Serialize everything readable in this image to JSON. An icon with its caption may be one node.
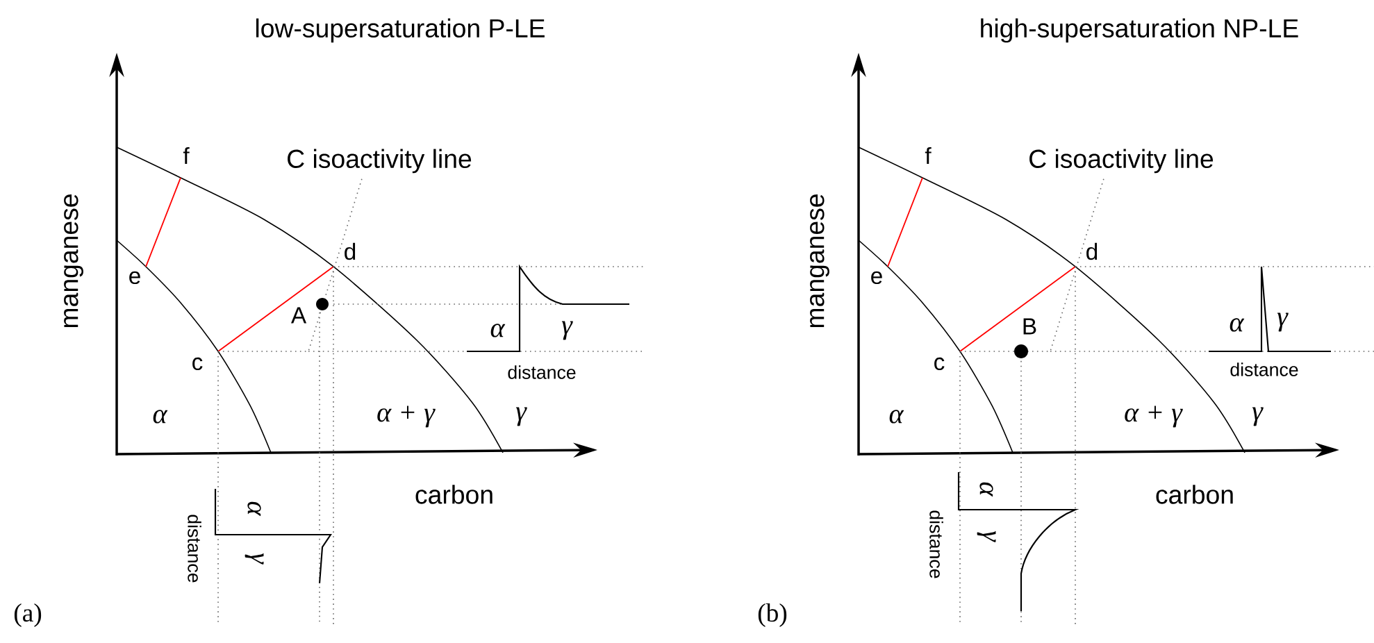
{
  "diagram": {
    "labels": [
      "low-supersaturation P-LE",
      "f",
      "C isoactivity line",
      "manganese",
      "d",
      "e",
      "A",
      "α",
      "γ",
      "c",
      "distance",
      "α",
      "α + γ",
      "γ",
      "carbon",
      "α",
      "distance",
      "γ",
      "(a)",
      "high-supersaturation NP-LE",
      "f",
      "C isoactivity line",
      "manganese",
      "d",
      "e",
      "B",
      "α",
      "γ",
      "c",
      "distance",
      "α",
      "α + γ",
      "γ",
      "α",
      "carbon",
      "distance",
      "γ",
      "(b)"
    ]
  }
}
